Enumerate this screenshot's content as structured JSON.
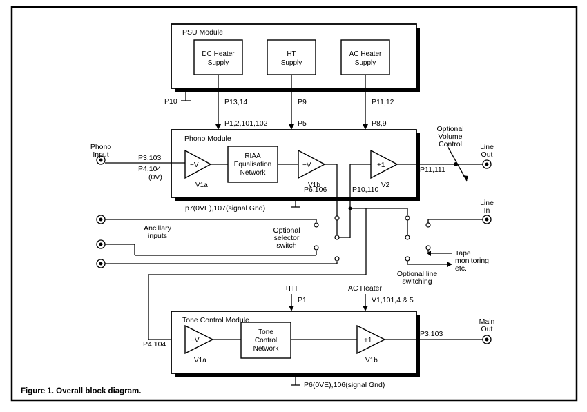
{
  "caption": "Figure 1. Overall block diagram.",
  "colors": {
    "ink": "#000000",
    "paper": "#ffffff",
    "caption_band": "#ffffff"
  },
  "psu": {
    "title": "PSU Module",
    "dc_heater": [
      "DC Heater",
      "Supply"
    ],
    "ht": [
      "HT",
      "Supply"
    ],
    "ac_heater": [
      "AC Heater",
      "Supply"
    ],
    "p10": "P10",
    "p13_14": "P13,14",
    "p9": "P9",
    "p11_12": "P11,12"
  },
  "phono": {
    "title": "Phono Module",
    "input_label": [
      "Phono",
      "Input"
    ],
    "p3_103": "P3,103",
    "p4_104": "P4,104",
    "p4_0v": "(0V)",
    "p1_2": "P1,2,101,102",
    "p5": "P5",
    "p8_9": "P8,9",
    "amp1": "−V",
    "amp1_tag": "V1a",
    "riaa": [
      "RIAA",
      "Equalisation",
      "Network"
    ],
    "amp2": "−V",
    "amp2_tag": "V1b",
    "p6_106": "P6,106",
    "amp3": "+1",
    "amp3_tag": "V2",
    "p10_110": "P10,110",
    "p11_111": "P11,111",
    "gnd": "p7(0VE),107(signal Gnd)",
    "volume": [
      "Optional",
      "Volume",
      "Control"
    ],
    "line_out": [
      "Line",
      "Out"
    ]
  },
  "switching": {
    "ancillary": [
      "Ancillary",
      "inputs"
    ],
    "selector": [
      "Optional",
      "selector",
      "switch"
    ],
    "line_in": [
      "Line",
      "In"
    ],
    "tape": [
      "Tape",
      "monitoring",
      "etc."
    ],
    "line_sw": [
      "Optional line",
      "switching"
    ]
  },
  "tone": {
    "title": "Tone Control Module",
    "ht_label": "+HT",
    "p1": "P1",
    "ac_label": "AC Heater",
    "v_label": "V1,101,4 & 5",
    "p4_104": "P4,104",
    "amp1": "−V",
    "amp1_tag": "V1a",
    "network": [
      "Tone",
      "Control",
      "Network"
    ],
    "amp2": "+1",
    "amp2_tag": "V1b",
    "p3_103": "P3,103",
    "main_out": [
      "Main",
      "Out"
    ],
    "gnd": "P6(0VE),106(signal Gnd)"
  }
}
